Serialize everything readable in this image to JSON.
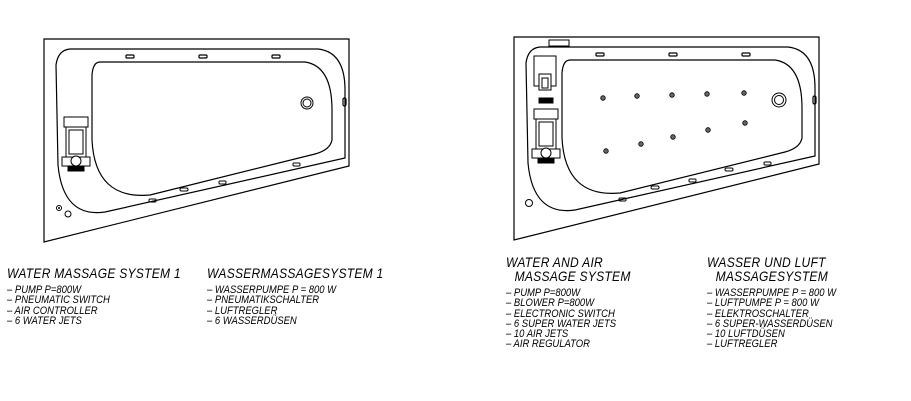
{
  "system1": {
    "title_en": "WATER MASSAGE SYSTEM 1",
    "title_de": "WASSERMASSAGESYSTEM 1",
    "items_en": [
      "– PUMP P=800W",
      "– PNEUMATIC SWITCH",
      "– AIR CONTROLLER",
      "– 6 WATER JETS"
    ],
    "items_de": [
      "– WASSERPUMPE P = 800 W",
      "– PNEUMATIKSCHALTER",
      "– LUFTREGLER",
      "– 6 WASSERDÜSEN"
    ]
  },
  "system2": {
    "title_en": [
      "WATER AND AIR",
      "MASSAGE SYSTEM"
    ],
    "title_de": [
      "WASSER UND LUFT",
      "MASSAGESYSTEM"
    ],
    "items_en": [
      "– PUMP P=800W",
      "– BLOWER P=800W",
      "– ELECTRONIC SWITCH",
      "– 6 SUPER WATER JETS",
      "– 10 AIR JETS",
      "– AIR REGULATOR"
    ],
    "items_de": [
      "– WASSERPUMPE P = 800 W",
      "– LUFTPUMPE P = 800 W",
      "– ELEKTROSCHALTER",
      "– 6 SUPER-WASSERDÜSEN",
      "– 10 LUFTDÜSEN",
      "– LUFTREGLER"
    ]
  }
}
